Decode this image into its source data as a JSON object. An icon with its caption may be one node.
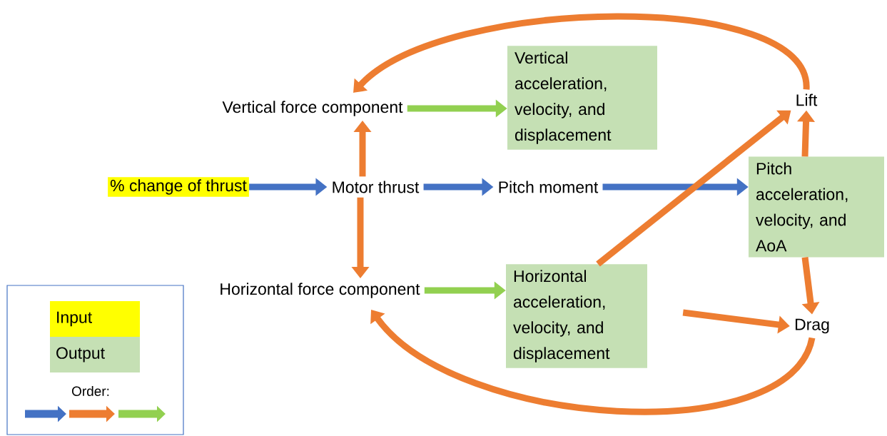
{
  "diagram": {
    "nodes": [
      {
        "text": [
          "% change of thrust"
        ]
      },
      {
        "text": [
          "Motor thrust"
        ]
      },
      {
        "text": [
          "Vertical force component"
        ]
      },
      {
        "text": [
          "Vertical acceleration, velocity, and displacement"
        ]
      },
      {
        "text": [
          "Pitch moment"
        ]
      },
      {
        "text": [
          "Pitch acceleration, velocity, and AoA"
        ]
      },
      {
        "text": [
          "Lift"
        ]
      },
      {
        "text": [
          "Horizontal force component"
        ]
      },
      {
        "text": [
          "Horizontal acceleration, velocity, and displacement"
        ]
      },
      {
        "text": [
          "Drag"
        ]
      }
    ],
    "edges": [
      {
        "from": 0,
        "to": 1,
        "arrow": "to",
        "color": "#4472c4"
      },
      {
        "from": 1,
        "to": 4,
        "arrow": "to",
        "color": "#4472c4"
      },
      {
        "from": 4,
        "to": 5,
        "arrow": "to",
        "color": "#4472c4"
      },
      {
        "from": 1,
        "to": 2,
        "arrow": "to"
      },
      {
        "from": 1,
        "to": 7,
        "arrow": "to"
      },
      {
        "from": 2,
        "to": 3,
        "arrow": "to",
        "color": "#92d050"
      },
      {
        "from": 7,
        "to": 8,
        "arrow": "to",
        "color": "#92d050"
      },
      {
        "from": 8,
        "to": 6,
        "arrow": "to"
      },
      {
        "from": 5,
        "to": 6,
        "arrow": "to"
      },
      {
        "from": 5,
        "to": 9,
        "arrow": "to"
      },
      {
        "from": 8,
        "to": 9,
        "arrow": "to"
      },
      {
        "from": 6,
        "to": 2,
        "arrow": "to"
      },
      {
        "from": 9,
        "to": 7,
        "arrow": "to"
      }
    ],
    "labels": [
      "Order:"
    ],
    "legend": [
      {
        "text": "Input",
        "color": "#ffff00"
      },
      {
        "text": "Output",
        "color": "#c5e0b4"
      }
    ]
  }
}
